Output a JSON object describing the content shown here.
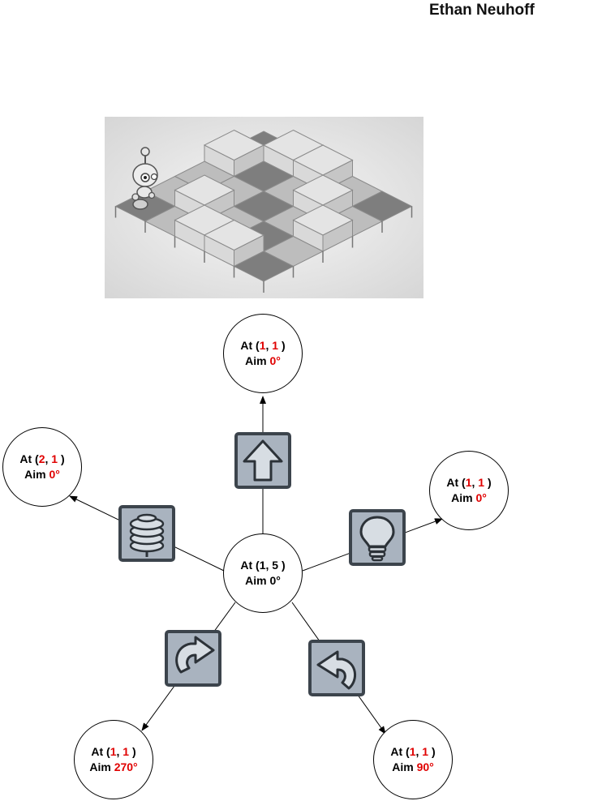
{
  "author": "Ethan Neuhoff",
  "label_words": {
    "at": "At",
    "aim": "Aim"
  },
  "nodes": {
    "center": {
      "x": "1",
      "y": "5",
      "aim": "0°"
    },
    "forward": {
      "x": "1",
      "y": "1",
      "aim": "0°"
    },
    "jump": {
      "x": "2",
      "y": "1",
      "aim": "0°"
    },
    "light": {
      "x": "1",
      "y": "1",
      "aim": "0°"
    },
    "turn_right": {
      "x": "1",
      "y": "1",
      "aim": "270°"
    },
    "turn_left": {
      "x": "1",
      "y": "1",
      "aim": "90°"
    }
  },
  "commands": [
    "forward-arrow-icon",
    "spring-jump-icon",
    "light-bulb-icon",
    "turn-right-icon",
    "turn-left-icon"
  ],
  "colors": {
    "value_highlight": "#e00000",
    "command_fill": "#a9b3bf",
    "command_border": "#3c444c"
  }
}
